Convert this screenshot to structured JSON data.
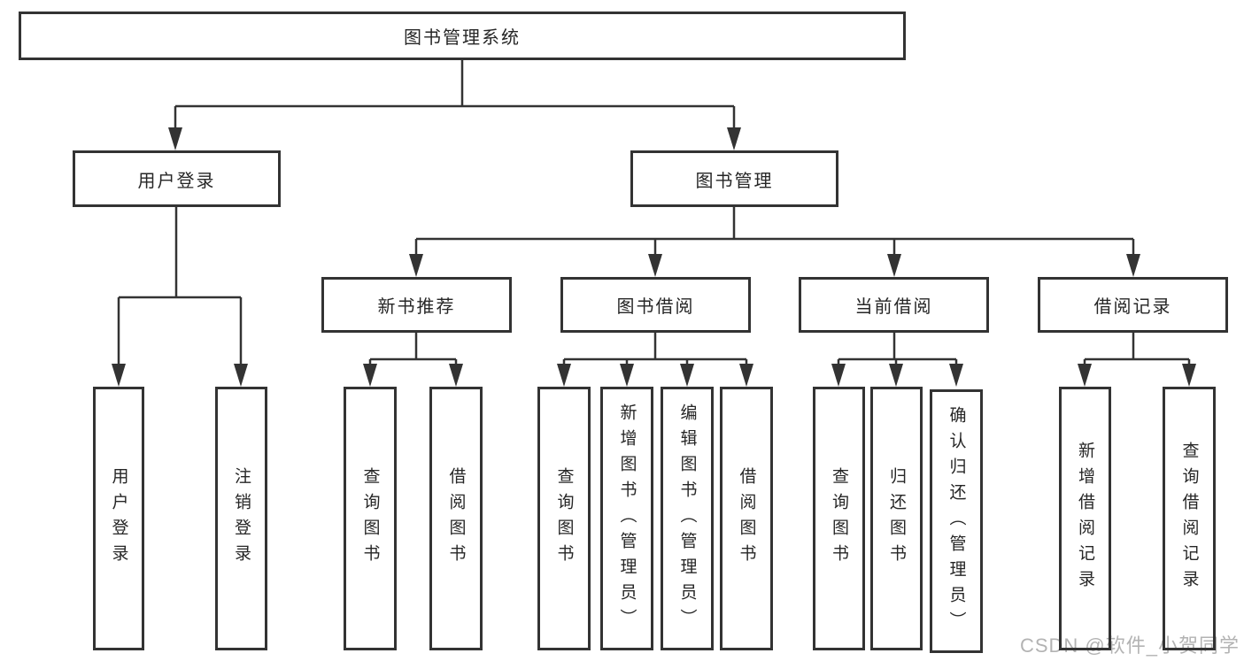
{
  "diagram": {
    "watermark": "CSDN @软件_小贺同学",
    "colors": {
      "line": "#333333",
      "box_border": "#333333",
      "text": "#262626",
      "watermark": "#b3b3b3",
      "background": "#ffffff"
    },
    "nodes": {
      "root": {
        "label": "图书管理系统"
      },
      "user_login": {
        "label": "用户登录"
      },
      "book_mgmt": {
        "label": "图书管理"
      },
      "ul_login": {
        "label": "用户登录"
      },
      "ul_logout": {
        "label": "注销登录"
      },
      "new_rec": {
        "label": "新书推荐"
      },
      "borrow": {
        "label": "图书借阅"
      },
      "current": {
        "label": "当前借阅"
      },
      "records": {
        "label": "借阅记录"
      },
      "nr_query_book": {
        "label": "查询图书"
      },
      "nr_borrow_book": {
        "label": "借阅图书"
      },
      "bw_query_book": {
        "label": "查询图书"
      },
      "bw_add_book": {
        "label": "新增图书（管理员）"
      },
      "bw_edit_book": {
        "label": "编辑图书（管理员）"
      },
      "bw_borrow_book": {
        "label": "借阅图书"
      },
      "cu_query_book": {
        "label": "查询图书"
      },
      "cu_return_book": {
        "label": "归还图书"
      },
      "cu_confirm_return": {
        "label": "确认归还（管理员）"
      },
      "rc_add_record": {
        "label": "新增借阅记录"
      },
      "rc_query_record": {
        "label": "查询借阅记录"
      }
    },
    "hierarchy": {
      "root": [
        "user_login",
        "book_mgmt"
      ],
      "user_login": [
        "ul_login",
        "ul_logout"
      ],
      "book_mgmt": [
        "new_rec",
        "borrow",
        "current",
        "records"
      ],
      "new_rec": [
        "nr_query_book",
        "nr_borrow_book"
      ],
      "borrow": [
        "bw_query_book",
        "bw_add_book",
        "bw_edit_book",
        "bw_borrow_book"
      ],
      "current": [
        "cu_query_book",
        "cu_return_book",
        "cu_confirm_return"
      ],
      "records": [
        "rc_add_record",
        "rc_query_record"
      ]
    }
  }
}
